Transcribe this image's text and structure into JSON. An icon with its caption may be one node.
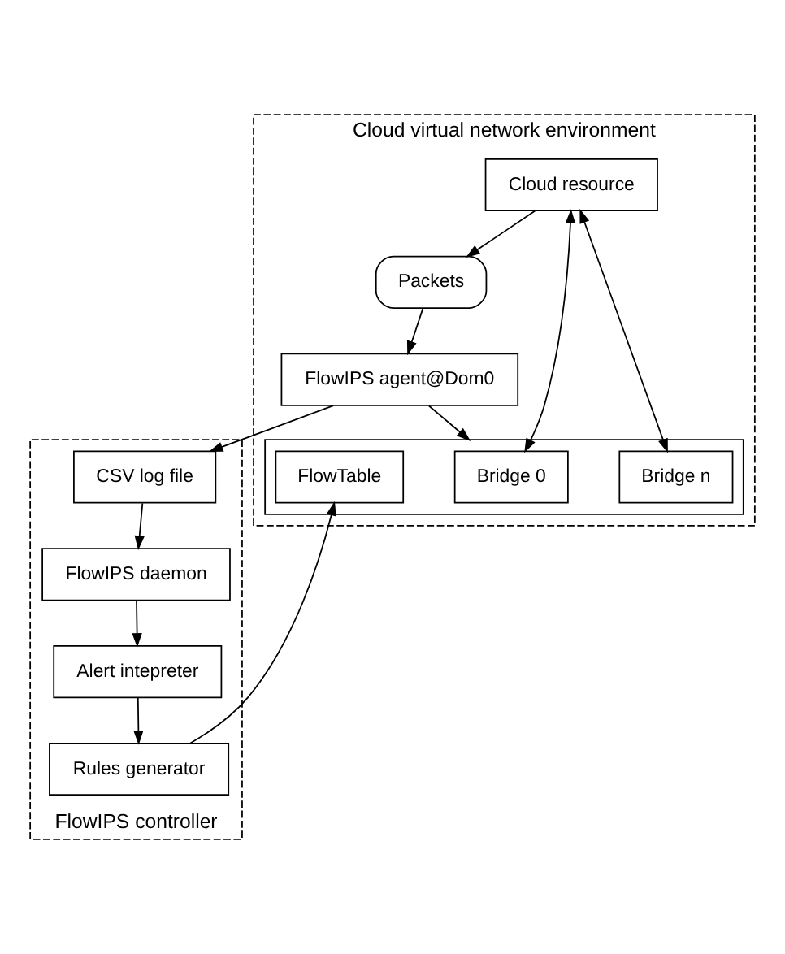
{
  "diagram": {
    "nodes": [
      {
        "text": [
          "Cloud virtual network environment"
        ]
      },
      {
        "text": [
          "Packets"
        ],
        "in": 0
      },
      {
        "text": [
          "Cloud resource"
        ],
        "in": 0
      },
      {
        "text": [
          "FlowIPS agent@Dom0"
        ],
        "in": 0
      },
      {
        "text": [],
        "shape": "box",
        "in": 0
      },
      {
        "text": [
          "Bridge 0"
        ],
        "in": 4
      },
      {
        "text": [
          "Bridge n"
        ],
        "in": 4
      },
      {
        "text": [
          "FlowTable"
        ],
        "in": 4
      },
      {
        "text": [
          "FlowIPS controller"
        ]
      },
      {
        "text": [
          "CSV log file"
        ],
        "in": 8
      },
      {
        "text": [
          "FlowIPS daemon"
        ],
        "in": 8
      },
      {
        "text": [
          "Rules generator"
        ],
        "in": 8
      },
      {
        "text": [
          "Alert intepreter"
        ],
        "in": 8
      }
    ],
    "edges": [
      {
        "from": 2,
        "to": 1,
        "arrow": "to"
      },
      {
        "from": 2,
        "to": 5,
        "arrow": "both"
      },
      {
        "from": 2,
        "to": 6,
        "arrow": "both"
      },
      {
        "from": 1,
        "to": 3,
        "arrow": "to"
      },
      {
        "from": 3,
        "to": 4,
        "arrow": "to"
      },
      {
        "from": 3,
        "to": 9,
        "arrow": "to"
      },
      {
        "from": 9,
        "to": 10,
        "arrow": "to"
      },
      {
        "from": 10,
        "to": 12,
        "arrow": "to"
      },
      {
        "from": 12,
        "to": 11,
        "arrow": "to"
      },
      {
        "from": 11,
        "to": 7,
        "arrow": "to"
      }
    ]
  }
}
